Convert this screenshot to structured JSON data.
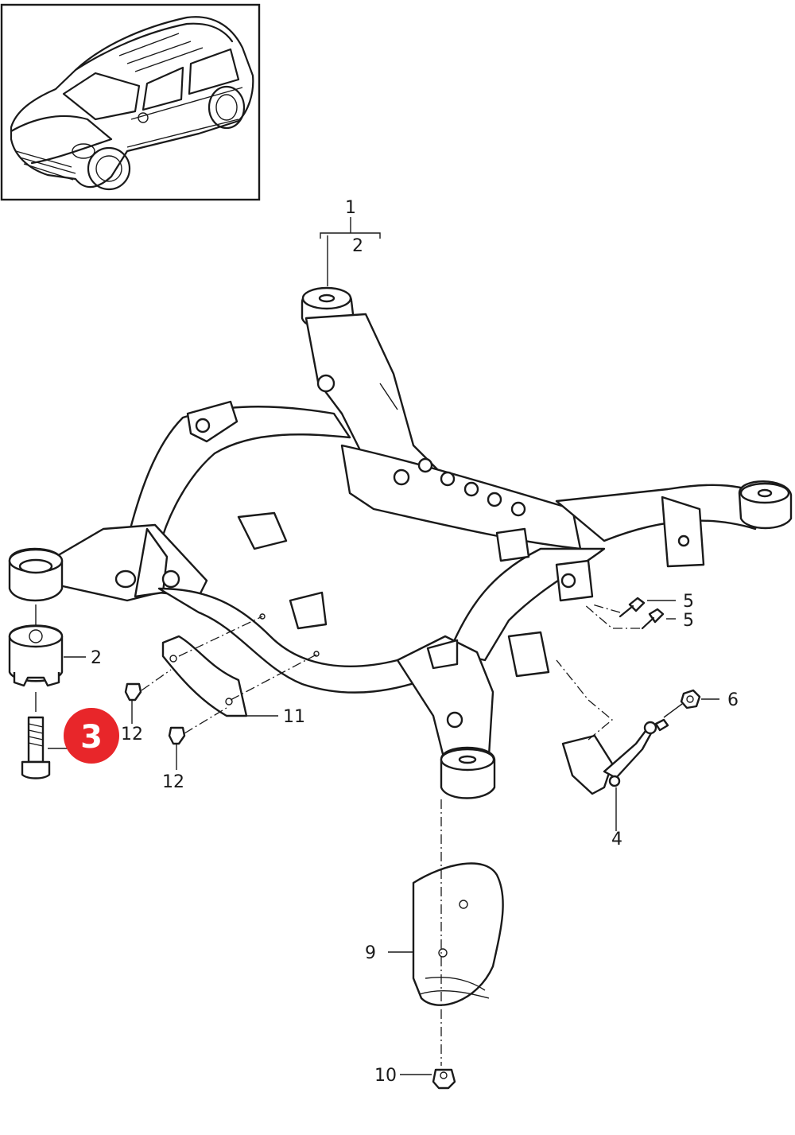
{
  "callouts": {
    "p1": "1",
    "p2_top": "2",
    "p2_left": "2",
    "p4": "4",
    "p5_a": "5",
    "p5_b": "5",
    "p6": "6",
    "p9": "9",
    "p10": "10",
    "p11": "11",
    "p12_a": "12",
    "p12_b": "12"
  },
  "highlight_badge": {
    "label": "3",
    "color": "#e8262a"
  },
  "icons": [
    "vehicle-thumbnail-icon",
    "rear-subframe-drawing"
  ]
}
